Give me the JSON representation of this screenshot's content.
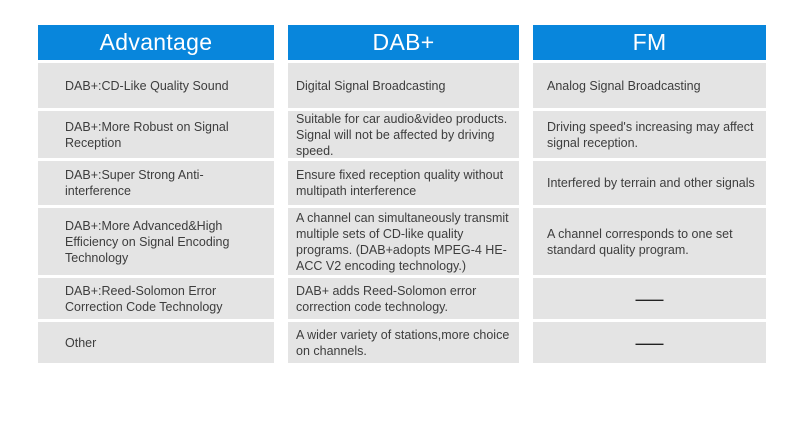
{
  "colors": {
    "header_background": "#0886dc",
    "header_text": "#ffffff",
    "cell_background": "#e4e4e4",
    "body_text": "#3d3d3d",
    "page_background": "#ffffff"
  },
  "table": {
    "headers": [
      "Advantage",
      "DAB+",
      "FM"
    ],
    "columns": {
      "advantage": [
        "DAB+:CD-Like Quality Sound",
        "DAB+:More Robust on Signal Reception",
        "DAB+:Super Strong Anti-interference",
        "DAB+:More Advanced&High Efficiency on Signal Encoding Technology",
        "DAB+:Reed-Solomon Error Correction Code Technology",
        "Other"
      ],
      "dab": [
        "Digital Signal Broadcasting",
        "Suitable for car audio&video products. Signal will not be affected by driving speed.",
        "Ensure fixed reception quality without multipath interference",
        "A channel can simultaneously transmit multiple sets of CD-like quality programs. (DAB+adopts MPEG-4 HE-ACC V2 encoding technology.)",
        "DAB+ adds Reed-Solomon error correction code technology.",
        "A wider variety of stations,more choice on channels."
      ],
      "fm": [
        "Analog Signal Broadcasting",
        "Driving speed's increasing may affect signal reception.",
        "Interfered by terrain and other signals",
        "A channel corresponds to one set standard quality program.",
        "——",
        "——"
      ]
    }
  }
}
